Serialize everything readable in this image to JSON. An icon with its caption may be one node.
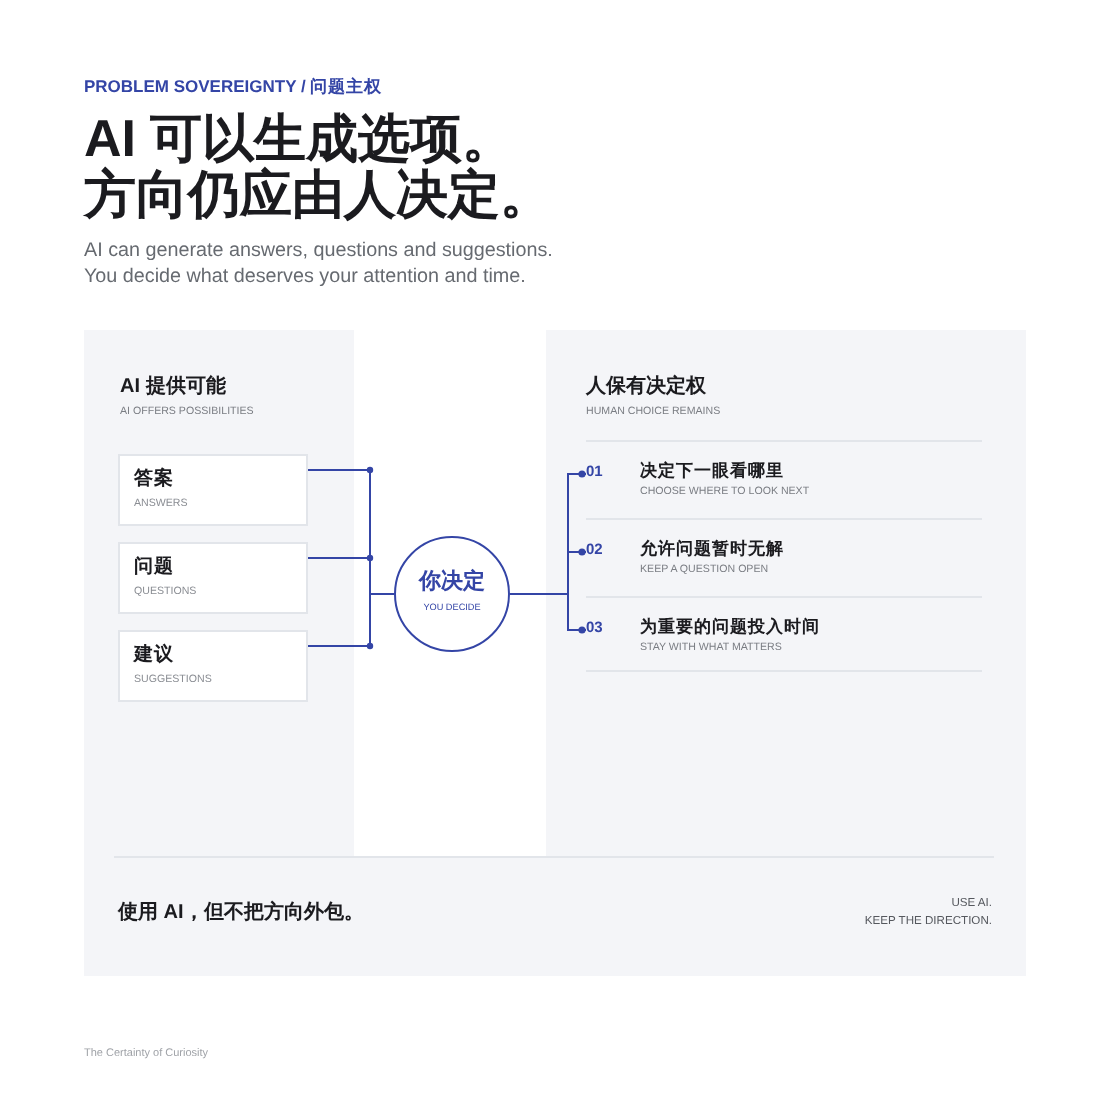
{
  "diagram": {
    "title": "AI 可以生成选项。方向仍应由人决定。",
    "nodes": [
      {
        "text": [
          "使用 AI，但不把方向外包。",
          "USE AI.",
          "KEEP THE DIRECTION."
        ]
      },
      {
        "text": [
          "AI 提供可能",
          "AI OFFERS POSSIBILITIES"
        ],
        "in": 0
      },
      {
        "text": [
          "答案",
          "ANSWERS"
        ],
        "in": 1
      },
      {
        "text": [
          "问题",
          "QUESTIONS"
        ],
        "in": 1
      },
      {
        "text": [
          "建议",
          "SUGGESTIONS"
        ],
        "in": 1
      },
      {
        "text": [
          "你决定",
          "YOU DECIDE"
        ],
        "in": 0
      },
      {
        "text": [
          "人保有决定权",
          "HUMAN CHOICE REMAINS"
        ],
        "in": 0
      },
      {
        "text": [
          "01",
          "决定下一眼看哪里",
          "CHOOSE WHERE TO LOOK NEXT"
        ],
        "in": 6
      },
      {
        "text": [
          "02",
          "允许问题暂时无解",
          "KEEP A QUESTION OPEN"
        ],
        "in": 6
      },
      {
        "text": [
          "03",
          "为重要的问题投入时间",
          "STAY WITH WHAT MATTERS"
        ],
        "in": 6
      }
    ],
    "edges": [
      {
        "from": 2,
        "to": 5,
        "arrow": "none"
      },
      {
        "from": 3,
        "to": 5,
        "arrow": "none"
      },
      {
        "from": 4,
        "to": 5,
        "arrow": "none"
      },
      {
        "from": 5,
        "to": 7,
        "arrow": "other"
      },
      {
        "from": 5,
        "to": 8,
        "arrow": "other"
      },
      {
        "from": 5,
        "to": 9,
        "arrow": "other"
      }
    ],
    "labels": [
      "PROBLEM SOVEREIGNTY / 问题主权",
      "AI can generate answers, questions and suggestions. You decide what deserves your attention and time.",
      "The Certainty of Curiosity"
    ]
  }
}
